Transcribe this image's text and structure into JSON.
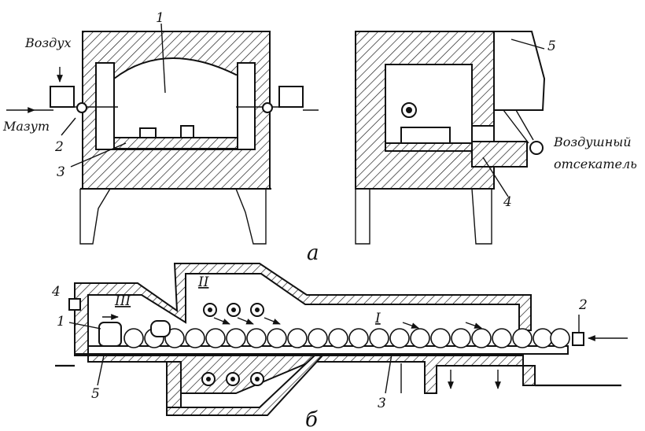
{
  "labels": {
    "air": "Воздух",
    "fuel_oil": "Мазут",
    "air_curtain_line1": "Воздушный",
    "air_curtain_line2": "отсекатель",
    "view_a": "а",
    "view_b": "б",
    "zone_1": "I",
    "zone_2": "II",
    "zone_3": "III"
  },
  "callouts_a_front": [
    "1",
    "2",
    "3"
  ],
  "callouts_a_side": [
    "4",
    "5"
  ],
  "callouts_b": [
    "1",
    "2",
    "3",
    "4",
    "5"
  ]
}
